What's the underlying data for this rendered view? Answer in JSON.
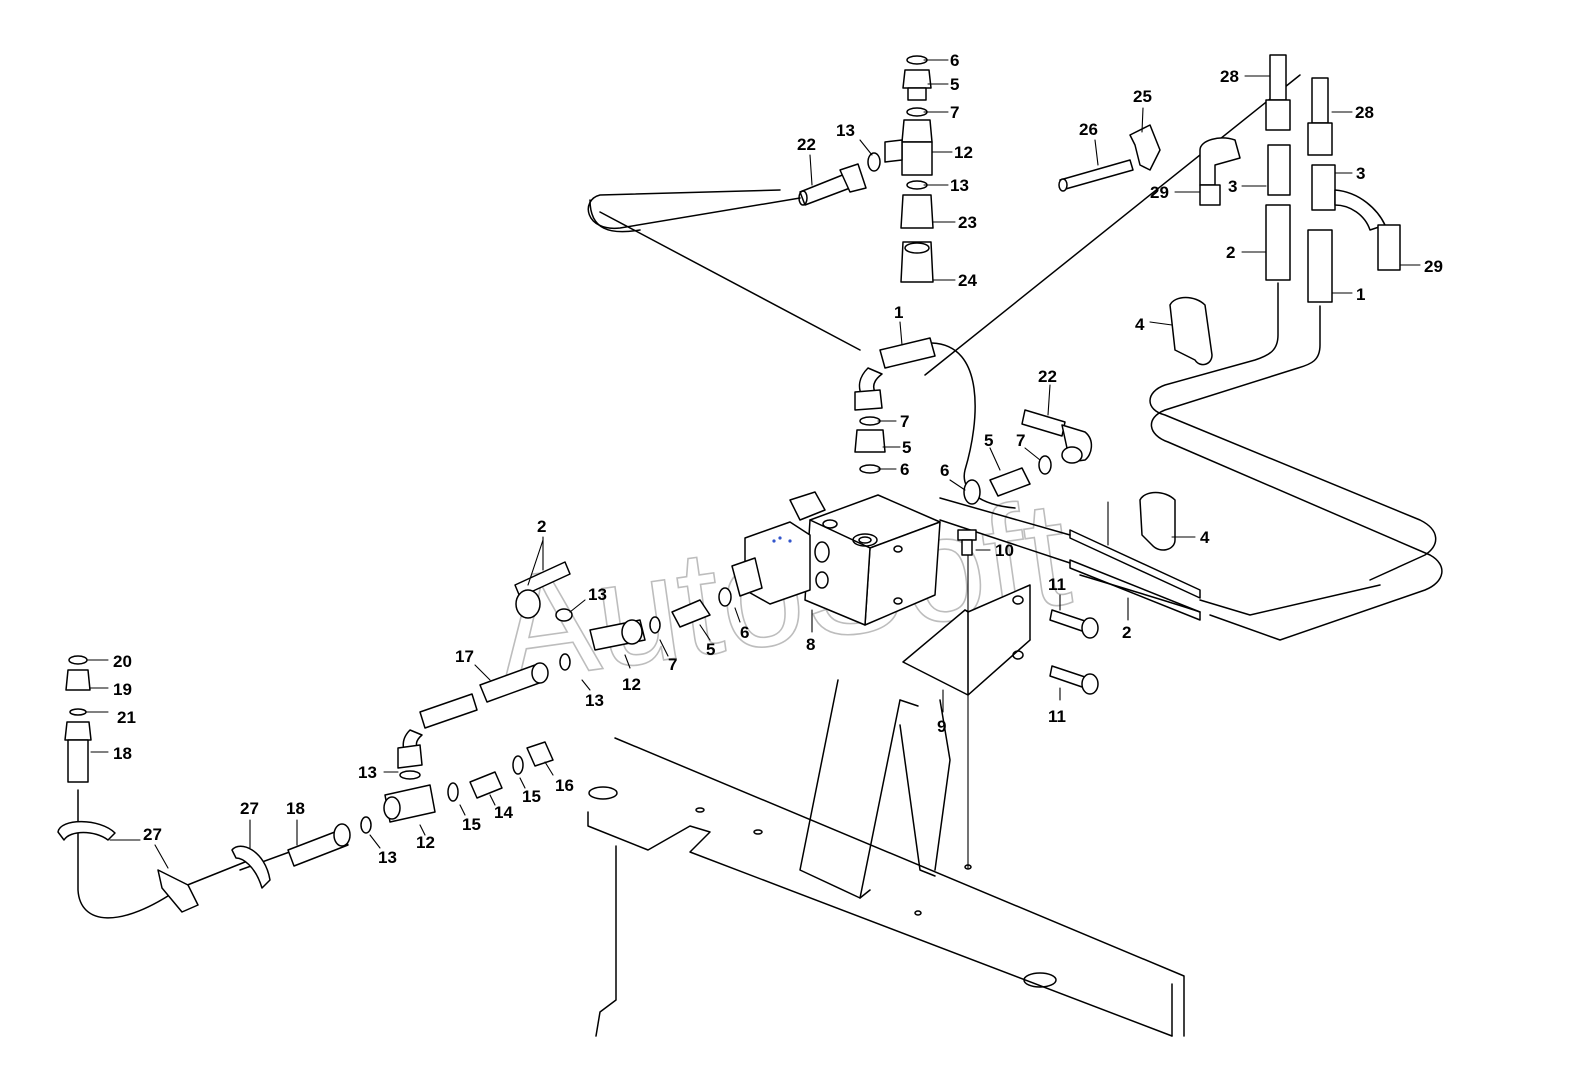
{
  "watermark": "AutoSoft",
  "callouts": [
    {
      "id": "c-6-top",
      "text": "6"
    },
    {
      "id": "c-5-top",
      "text": "5"
    },
    {
      "id": "c-7-top",
      "text": "7"
    },
    {
      "id": "c-12-top",
      "text": "12"
    },
    {
      "id": "c-13-top",
      "text": "13"
    },
    {
      "id": "c-13-top2",
      "text": "13"
    },
    {
      "id": "c-22-top",
      "text": "22"
    },
    {
      "id": "c-23",
      "text": "23"
    },
    {
      "id": "c-24",
      "text": "24"
    },
    {
      "id": "c-1-mid",
      "text": "1"
    },
    {
      "id": "c-7-mid",
      "text": "7"
    },
    {
      "id": "c-5-mid",
      "text": "5"
    },
    {
      "id": "c-6-mid",
      "text": "6"
    },
    {
      "id": "c-22-mid",
      "text": "22"
    },
    {
      "id": "c-5-right",
      "text": "5"
    },
    {
      "id": "c-7-right",
      "text": "7"
    },
    {
      "id": "c-6-right",
      "text": "6"
    },
    {
      "id": "c-10",
      "text": "10"
    },
    {
      "id": "c-4-upper",
      "text": "4"
    },
    {
      "id": "c-4-lower",
      "text": "4"
    },
    {
      "id": "c-2-right",
      "text": "2"
    },
    {
      "id": "c-11-a",
      "text": "11"
    },
    {
      "id": "c-11-b",
      "text": "11"
    },
    {
      "id": "c-9",
      "text": "9"
    },
    {
      "id": "c-8",
      "text": "8"
    },
    {
      "id": "c-2-left",
      "text": "2"
    },
    {
      "id": "c-13-left",
      "text": "13"
    },
    {
      "id": "c-6-left",
      "text": "6"
    },
    {
      "id": "c-5-left",
      "text": "5"
    },
    {
      "id": "c-7-left",
      "text": "7"
    },
    {
      "id": "c-12-left",
      "text": "12"
    },
    {
      "id": "c-17",
      "text": "17"
    },
    {
      "id": "c-13-mid",
      "text": "13"
    },
    {
      "id": "c-20",
      "text": "20"
    },
    {
      "id": "c-19",
      "text": "19"
    },
    {
      "id": "c-21",
      "text": "21"
    },
    {
      "id": "c-18-top",
      "text": "18"
    },
    {
      "id": "c-13-low",
      "text": "13"
    },
    {
      "id": "c-16",
      "text": "16"
    },
    {
      "id": "c-15-a",
      "text": "15"
    },
    {
      "id": "c-14",
      "text": "14"
    },
    {
      "id": "c-15-b",
      "text": "15"
    },
    {
      "id": "c-12-low",
      "text": "12"
    },
    {
      "id": "c-13-low2",
      "text": "13"
    },
    {
      "id": "c-18-low",
      "text": "18"
    },
    {
      "id": "c-27-a",
      "text": "27"
    },
    {
      "id": "c-27-b",
      "text": "27"
    },
    {
      "id": "c-28-a",
      "text": "28"
    },
    {
      "id": "c-28-b",
      "text": "28"
    },
    {
      "id": "c-25",
      "text": "25"
    },
    {
      "id": "c-26",
      "text": "26"
    },
    {
      "id": "c-3-a",
      "text": "3"
    },
    {
      "id": "c-3-b",
      "text": "3"
    },
    {
      "id": "c-29-a",
      "text": "29"
    },
    {
      "id": "c-29-b",
      "text": "29"
    },
    {
      "id": "c-2-tr",
      "text": "2"
    },
    {
      "id": "c-1-tr",
      "text": "1"
    }
  ]
}
